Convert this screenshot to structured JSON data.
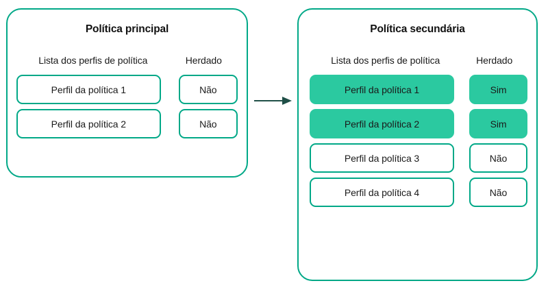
{
  "colors": {
    "accent_border": "#00a887",
    "accent_fill": "#2bc9a0",
    "arrow": "#1f4f47",
    "text": "#1a1a1a",
    "background": "#ffffff"
  },
  "panels": {
    "primary": {
      "title": "Política principal",
      "headers": {
        "profiles": "Lista dos perfis de política",
        "inherited": "Herdado"
      },
      "rows": [
        {
          "profile": "Perfil da política 1",
          "inherited": "Não",
          "highlighted": false
        },
        {
          "profile": "Perfil da política 2",
          "inherited": "Não",
          "highlighted": false
        }
      ]
    },
    "secondary": {
      "title": "Política secundária",
      "headers": {
        "profiles": "Lista dos perfis de política",
        "inherited": "Herdado"
      },
      "rows": [
        {
          "profile": "Perfil da política 1",
          "inherited": "Sim",
          "highlighted": true
        },
        {
          "profile": "Perfil da política 2",
          "inherited": "Sim",
          "highlighted": true
        },
        {
          "profile": "Perfil da política 3",
          "inherited": "Não",
          "highlighted": false
        },
        {
          "profile": "Perfil da política 4",
          "inherited": "Não",
          "highlighted": false
        }
      ]
    }
  },
  "connector": {
    "icon": "arrow-right-icon",
    "direction": "right"
  }
}
